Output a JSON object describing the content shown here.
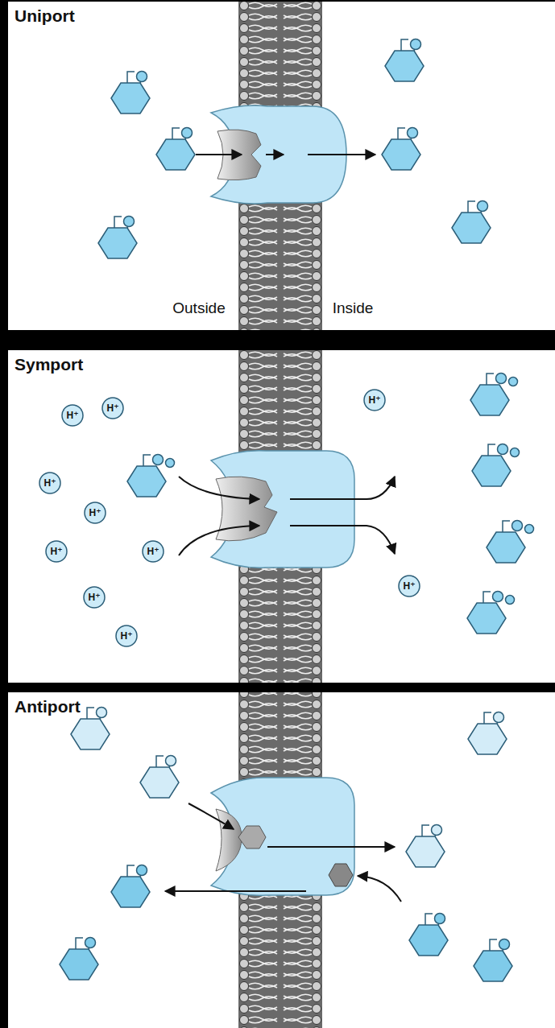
{
  "diagram": {
    "nodes": [
      {
        "text": [
          "Uniport"
        ]
      },
      {
        "text": [
          "Symport"
        ]
      },
      {
        "text": [
          "Antiport"
        ]
      }
    ],
    "labels": [
      "Outside",
      "Inside",
      "H⁺",
      "H⁺",
      "H⁺",
      "H⁺",
      "H⁺",
      "H⁺",
      "H⁺",
      "H⁺",
      "H⁺",
      "H⁺"
    ]
  }
}
